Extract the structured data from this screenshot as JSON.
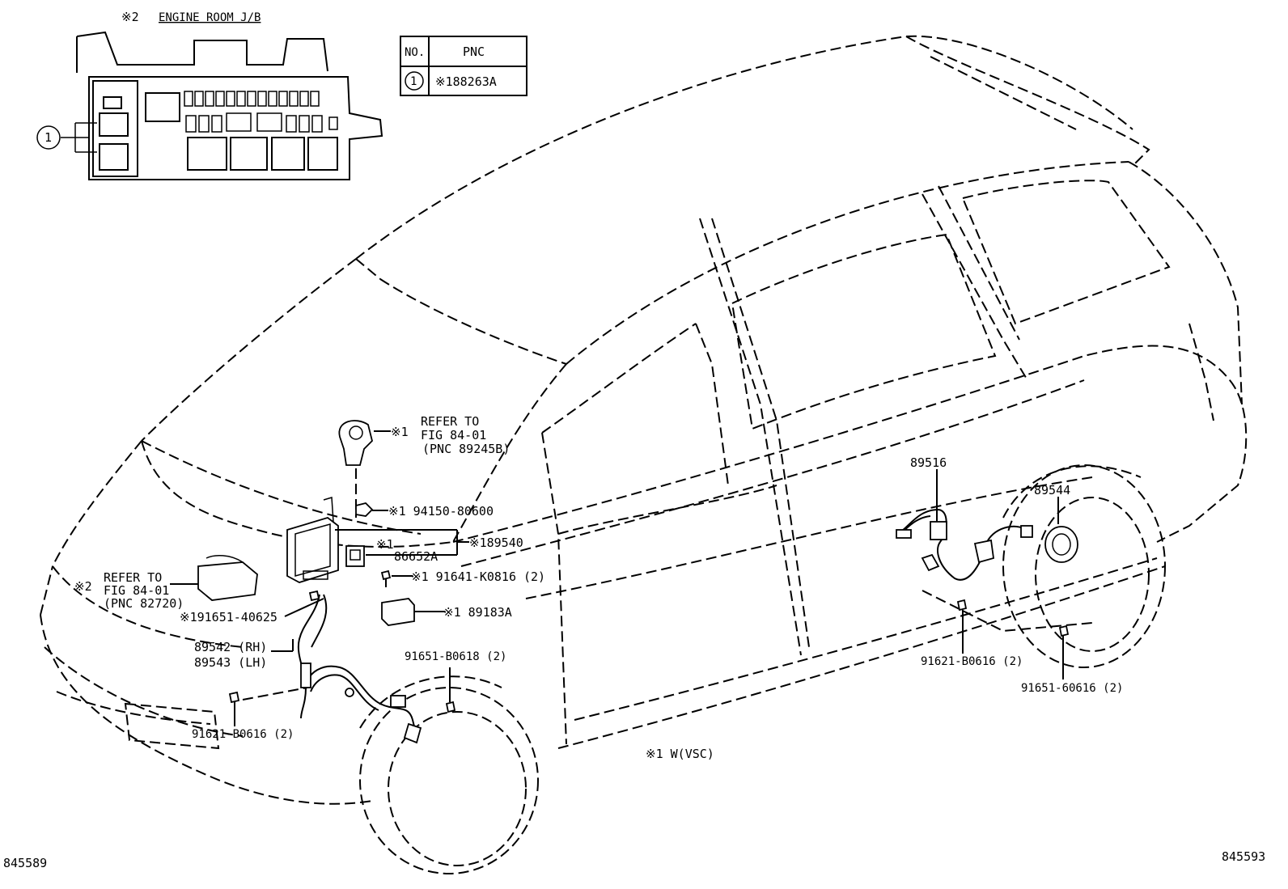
{
  "jb": {
    "mark": "※2",
    "title": "ENGINE ROOM J/B",
    "callout": "1"
  },
  "pnc_table": {
    "header_no": "NO.",
    "header_pnc": "PNC",
    "row_no": "1",
    "row_pnc": "※188263A"
  },
  "labels": {
    "refer1_mark": "※1",
    "refer1_line1": "REFER TO",
    "refer1_line2": "FIG 84-01",
    "refer1_line3": "(PNC 89245B)",
    "nut": "※1 94150-80600",
    "ecu_mark": "※1",
    "ecu": "86652A",
    "ecu_group": "※189540",
    "bolt1": "※1 91641-K0816 (2)",
    "relay": "※1 89183A",
    "refer2_mark": "※2",
    "refer2_line1": "REFER TO",
    "refer2_line2": "FIG 84-01",
    "refer2_line3": "(PNC 82720)",
    "screw1": "※191651-40625",
    "sensor_rh": "89542 (RH)",
    "sensor_lh": "89543 (LH)",
    "bolt_front": "91651-B0618 (2)",
    "bolt_bottom": "91621-B0616 (2)",
    "rear_sensor": "89516",
    "rear_ring": "89544",
    "rear_bolt1": "91621-B0616 (2)",
    "rear_bolt2": "91651-60616 (2)",
    "note": "※1  W(VSC)",
    "fig_left": "845589",
    "fig_right": "845593"
  }
}
